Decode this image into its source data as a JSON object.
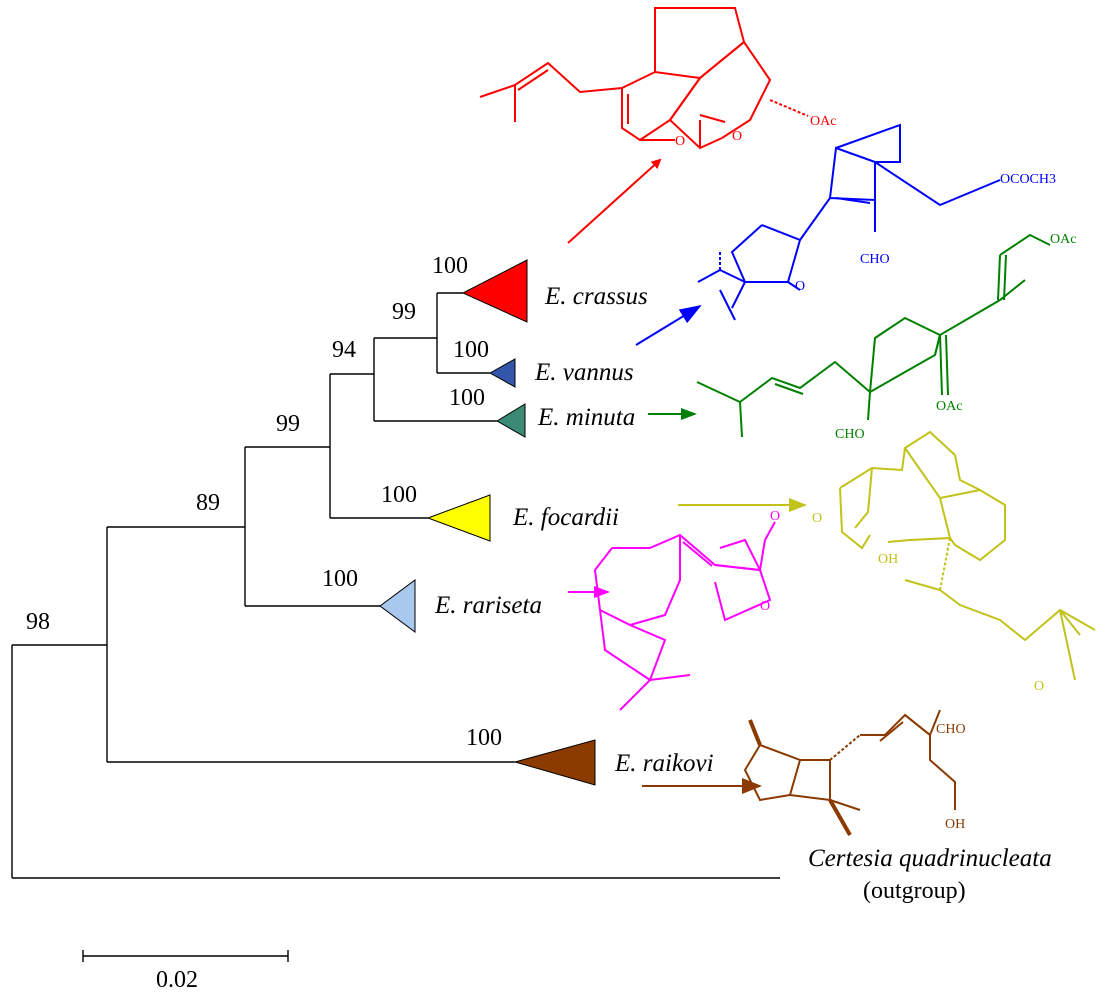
{
  "tree": {
    "support_values": {
      "root": "98",
      "node_89": "89",
      "node_99a": "99",
      "node_94": "94",
      "node_99b": "99",
      "crassus": "100",
      "vannus": "100",
      "minuta": "100",
      "focardii": "100",
      "rariseta": "100",
      "raikovi": "100"
    },
    "taxa": {
      "crassus": "E. crassus",
      "vannus": "E. vannus",
      "minuta": "E. minuta",
      "focardii": "E. focardii",
      "rariseta": "E. rariseta",
      "raikovi": "E. raikovi",
      "outgroup": "Certesia quadrinucleata",
      "outgroup_note": "(outgroup)"
    },
    "scale_bar": "0.02"
  },
  "molecules": {
    "crassus": {
      "labels": [
        "O",
        "O",
        "OAc"
      ]
    },
    "vannus": {
      "labels": [
        "OCOCH3",
        "CHO",
        "O"
      ]
    },
    "minuta": {
      "labels": [
        "OAc",
        "OAc",
        "CHO"
      ]
    },
    "focardii": {
      "labels": [
        "O",
        "OH",
        "O"
      ]
    },
    "rariseta": {
      "labels": [
        "O",
        "O"
      ]
    },
    "raikovi": {
      "labels": [
        "CHO",
        "OH"
      ]
    }
  },
  "colors": {
    "crassus": "#ff0000",
    "vannus": "#0000ff",
    "vannus_clade": "#3355aa",
    "minuta": "#008000",
    "minuta_clade": "#3a8a75",
    "focardii_clade": "#ffff00",
    "focardii": "#c2c21a",
    "rariseta_clade": "#a8c8ee",
    "rariseta": "#ff00ff",
    "raikovi": "#8b3a00",
    "tree": "#000000"
  }
}
